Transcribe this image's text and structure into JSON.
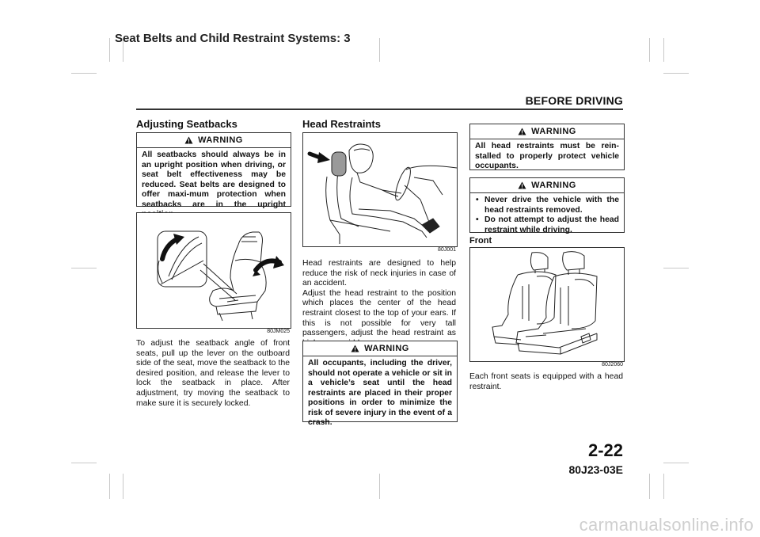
{
  "header": {
    "running_head": "Seat Belts and Child Restraint Systems: 3",
    "section": "BEFORE DRIVING"
  },
  "footer": {
    "page_number": "2-22",
    "doc_code": "80J23-03E",
    "watermark": "carmanualsonline.info"
  },
  "col1": {
    "heading": "Adjusting Seatbacks",
    "warning_label": "WARNING",
    "warning_text": "All seatbacks should always be in an upright position when driving, or seat belt effectiveness may be reduced. Seat belts are designed to offer maxi-mum protection when seatbacks are in the upright position.",
    "figure_code": "80JM025",
    "body": "To adjust the seatback angle of front seats, pull up the lever on the outboard side of the seat, move the seatback to the desired position, and release the lever to lock the seatback in place. After adjustment, try moving the seatback to make sure it is securely locked."
  },
  "col2": {
    "heading": "Head Restraints",
    "figure_code": "80J001",
    "body": "Head restraints are designed to help reduce the risk of neck injuries in case of an accident.\nAdjust the head restraint to the position which places the center of the head restraint closest to the top of your ears. If this is not possible for very tall passengers, adjust the head restraint as high as possi-ble.",
    "warning_label": "WARNING",
    "warning_text": "All occupants, including the driver, should not operate a vehicle or sit in a vehicle’s seat until the head restraints are placed in their proper positions in order to minimize the risk of severe injury in the event of a crash."
  },
  "col3": {
    "warning1_label": "WARNING",
    "warning1_text": "All head restraints must be rein-stalled to properly protect vehicle occupants.",
    "warning2_label": "WARNING",
    "warning2_items": [
      "Never drive the vehicle with the head restraints removed.",
      "Do not attempt to adjust the head restraint while driving."
    ],
    "subheading": "Front",
    "figure_code": "80J2060",
    "body": "Each front seats is equipped with a head restraint."
  },
  "colors": {
    "frame": "#333333",
    "crop_marks": "#c8c8c8",
    "headrest_highlight": "#9a9a9a"
  }
}
